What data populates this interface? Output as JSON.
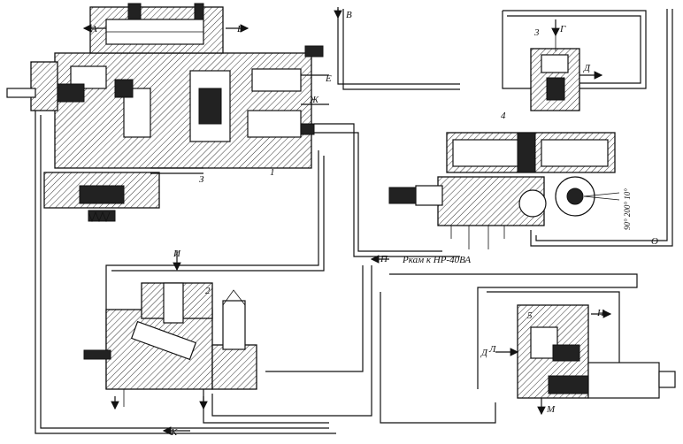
{
  "labels": {
    "A": "А",
    "B": "Б",
    "V": "В",
    "G": "Г",
    "D1": "Д",
    "D2": "Д",
    "E": "Е",
    "ZH": "Ж",
    "Z": "З",
    "I": "И",
    "K": "К",
    "L": "Л",
    "M": "М",
    "N": "Н",
    "O": "О",
    "P": "П"
  },
  "numbers": {
    "n1": "1",
    "n2": "2",
    "n3": "3",
    "n4": "4",
    "n5": "5"
  },
  "notes": {
    "pressure": "Ркам к НР-40ВА",
    "scale": "90° 200° 10°"
  }
}
